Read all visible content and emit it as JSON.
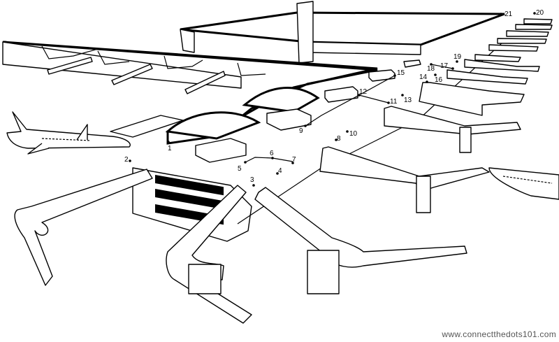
{
  "title": "Airport terminal connect-the-dots",
  "dots": [
    "1",
    "2",
    "3",
    "4",
    "5",
    "6",
    "7",
    "8",
    "9",
    "10",
    "11",
    "12",
    "13",
    "14",
    "15",
    "16",
    "17",
    "18",
    "19",
    "20",
    "21"
  ],
  "watermark": "www.connectthedots101.com"
}
